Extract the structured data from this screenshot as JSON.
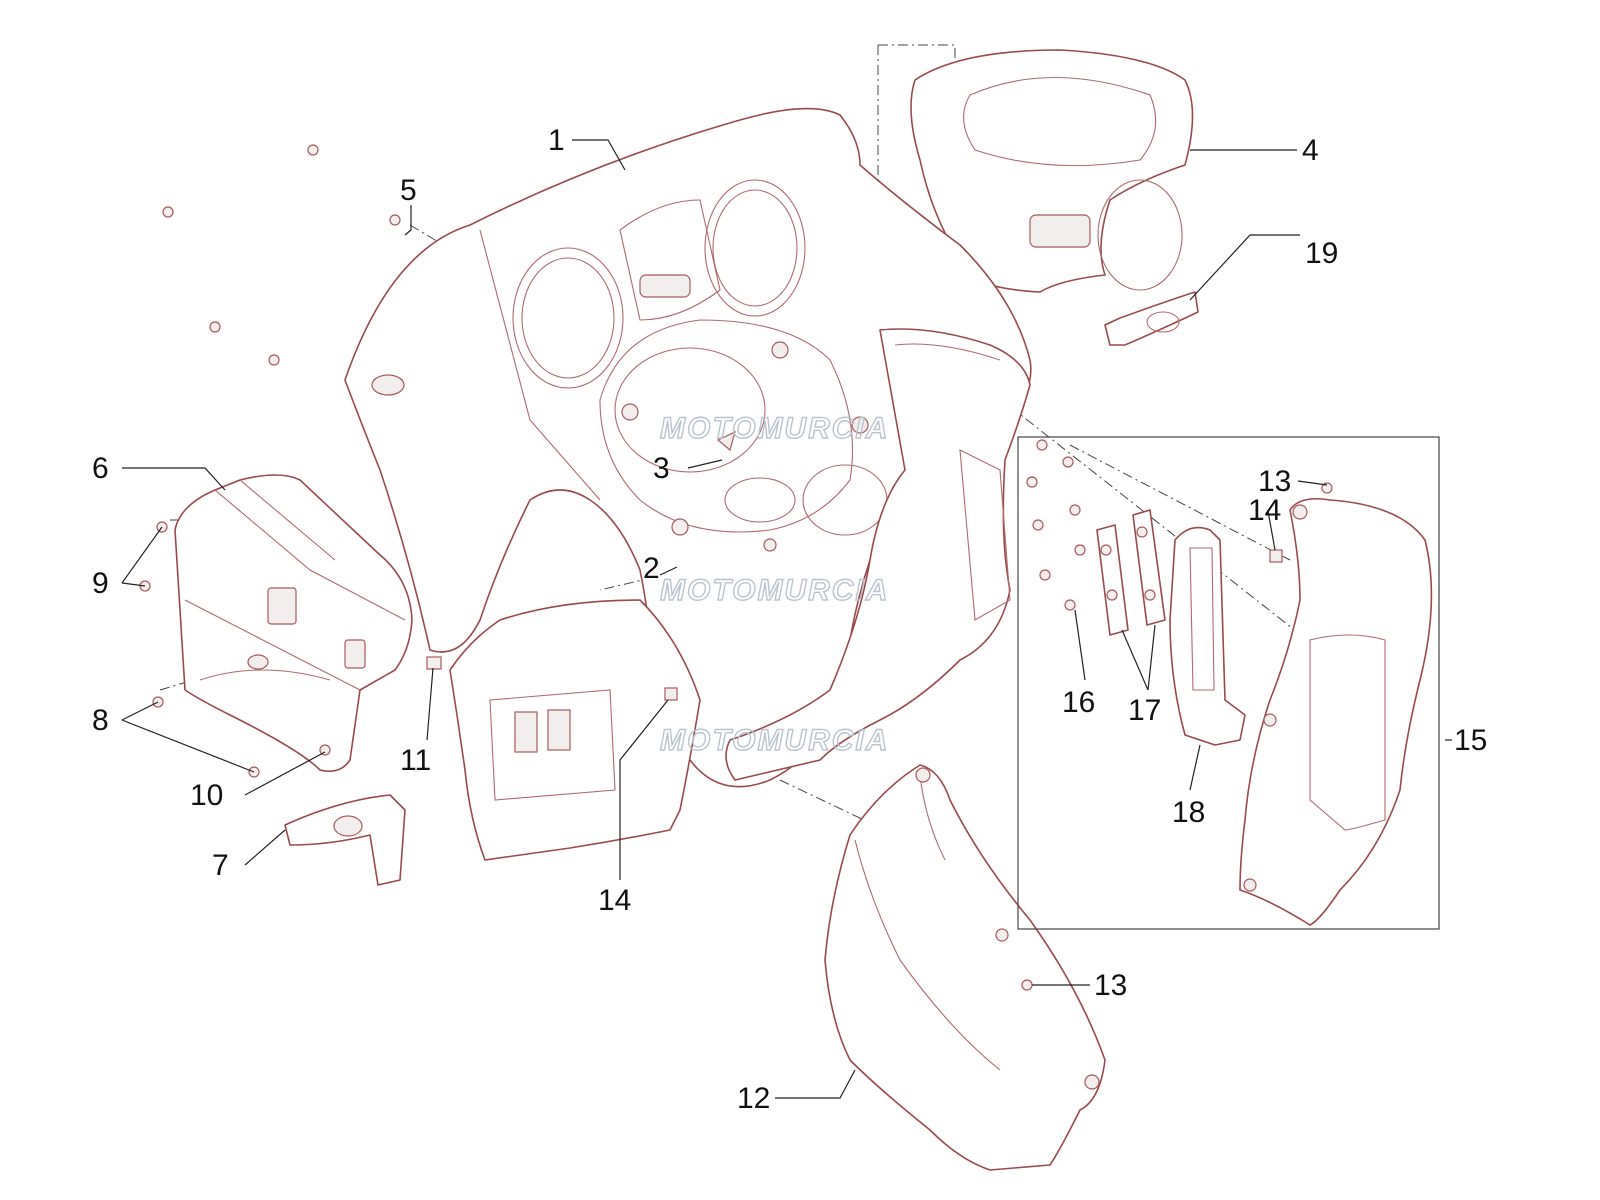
{
  "callouts": [
    {
      "id": "1",
      "text": "1"
    },
    {
      "id": "2",
      "text": "2"
    },
    {
      "id": "3",
      "text": "3"
    },
    {
      "id": "4",
      "text": "4"
    },
    {
      "id": "5",
      "text": "5"
    },
    {
      "id": "6",
      "text": "6"
    },
    {
      "id": "7",
      "text": "7"
    },
    {
      "id": "8",
      "text": "8"
    },
    {
      "id": "9",
      "text": "9"
    },
    {
      "id": "10",
      "text": "10"
    },
    {
      "id": "11",
      "text": "11"
    },
    {
      "id": "12",
      "text": "12"
    },
    {
      "id": "13a",
      "text": "13"
    },
    {
      "id": "13b",
      "text": "13"
    },
    {
      "id": "14a",
      "text": "14"
    },
    {
      "id": "14b",
      "text": "14"
    },
    {
      "id": "15",
      "text": "15"
    },
    {
      "id": "16",
      "text": "16"
    },
    {
      "id": "17",
      "text": "17"
    },
    {
      "id": "18",
      "text": "18"
    },
    {
      "id": "19",
      "text": "19"
    }
  ],
  "watermark": "MOTOMURCIA",
  "colors": {
    "part_outline": "#9a4a4a",
    "leader": "#222222",
    "watermark": "#b9c4cf"
  }
}
